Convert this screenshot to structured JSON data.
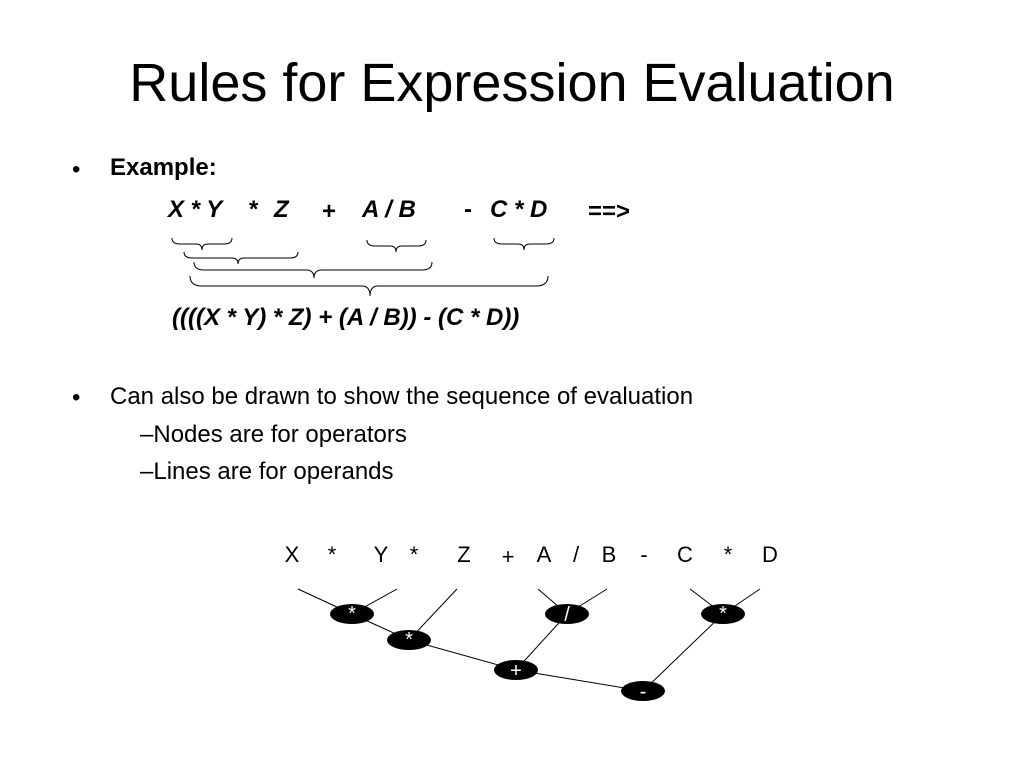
{
  "slide": {
    "title": "Rules for Expression Evaluation",
    "bullets": [
      {
        "marker": "•",
        "text": "Example:"
      },
      {
        "marker": "•",
        "text": "Can also be drawn to show the sequence of evaluation"
      }
    ],
    "expression": {
      "tokens": [
        "X * Y",
        "*",
        "Z",
        "+",
        "A / B",
        "-",
        "C * D",
        "==>"
      ],
      "result": "((((X * Y) * Z) + (A / B)) - (C * D))"
    },
    "subbullets": [
      {
        "marker": "–",
        "text": "Nodes are for operators"
      },
      {
        "marker": "–",
        "text": "Lines are for operands"
      }
    ]
  },
  "tree": {
    "header_tokens": [
      "X",
      "*",
      "Y",
      "*",
      "Z",
      "+",
      "A",
      "/",
      "B",
      "-",
      "C",
      "*",
      "D"
    ],
    "nodes": [
      {
        "id": "n1",
        "label": "*"
      },
      {
        "id": "n2",
        "label": "*"
      },
      {
        "id": "n3",
        "label": "+"
      },
      {
        "id": "n4",
        "label": "/"
      },
      {
        "id": "n5",
        "label": "*"
      },
      {
        "id": "n6",
        "label": "-"
      }
    ]
  }
}
